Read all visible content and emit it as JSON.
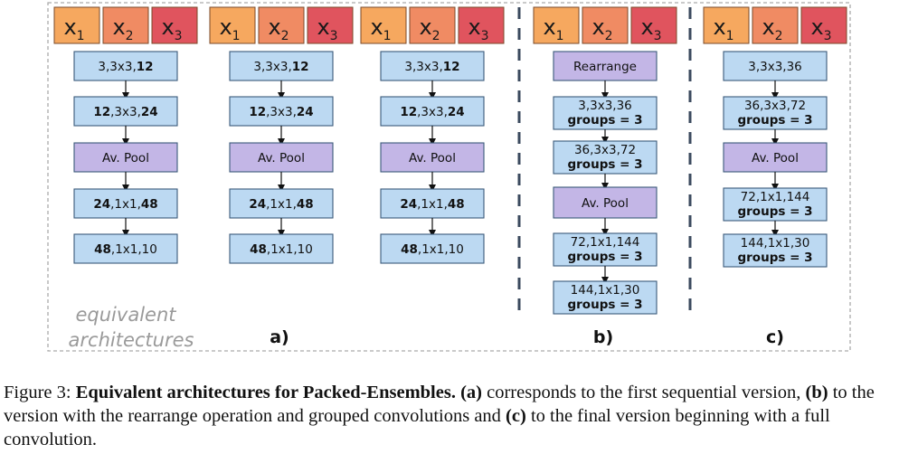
{
  "colors": {
    "x1": "#f6a85f",
    "x2": "#f08b63",
    "x3": "#e0545e",
    "conv": "#bcd9f2",
    "conv_border": "#3b5a7a",
    "pool": "#c3b6e6",
    "frame": "#aaaaaa",
    "divider": "#3b4a5e"
  },
  "inputs": [
    {
      "base": "x",
      "sub": "1",
      "color": "x1"
    },
    {
      "base": "x",
      "sub": "2",
      "color": "x2"
    },
    {
      "base": "x",
      "sub": "3",
      "color": "x3"
    }
  ],
  "variant_a_stack": [
    {
      "type": "conv",
      "parts": [
        {
          "t": "3,3x3,"
        },
        {
          "t": "12",
          "b": true
        }
      ]
    },
    {
      "type": "conv",
      "parts": [
        {
          "t": "12",
          "b": true
        },
        {
          "t": ",3x3,"
        },
        {
          "t": "24",
          "b": true
        }
      ]
    },
    {
      "type": "pool",
      "parts": [
        {
          "t": "Av. Pool"
        }
      ]
    },
    {
      "type": "conv",
      "parts": [
        {
          "t": "24",
          "b": true
        },
        {
          "t": ",1x1,"
        },
        {
          "t": "48",
          "b": true
        }
      ]
    },
    {
      "type": "conv",
      "parts": [
        {
          "t": "48",
          "b": true
        },
        {
          "t": ",1x1,10"
        }
      ]
    }
  ],
  "variant_b_stack": [
    {
      "type": "pool",
      "parts": [
        {
          "t": "Rearrange"
        }
      ]
    },
    {
      "type": "conv",
      "parts": [
        {
          "t": "3,3x3,36"
        }
      ],
      "line2": "groups = 3"
    },
    {
      "type": "conv",
      "parts": [
        {
          "t": "36,3x3,72"
        }
      ],
      "line2": "groups = 3"
    },
    {
      "type": "pool",
      "parts": [
        {
          "t": "Av. Pool"
        }
      ]
    },
    {
      "type": "conv",
      "parts": [
        {
          "t": "72,1x1,144"
        }
      ],
      "line2": "groups = 3"
    },
    {
      "type": "conv",
      "parts": [
        {
          "t": "144,1x1,30"
        }
      ],
      "line2": "groups = 3"
    }
  ],
  "variant_c_stack": [
    {
      "type": "conv",
      "parts": [
        {
          "t": "3,3x3,36"
        }
      ]
    },
    {
      "type": "conv",
      "parts": [
        {
          "t": "36,3x3,72"
        }
      ],
      "line2": "groups = 3"
    },
    {
      "type": "pool",
      "parts": [
        {
          "t": "Av. Pool"
        }
      ]
    },
    {
      "type": "conv",
      "parts": [
        {
          "t": "72,1x1,144"
        }
      ],
      "line2": "groups = 3"
    },
    {
      "type": "conv",
      "parts": [
        {
          "t": "144,1x1,30"
        }
      ],
      "line2": "groups = 3"
    }
  ],
  "labels": {
    "equivalent_line1": "equivalent",
    "equivalent_line2": "architectures",
    "a": "a)",
    "b": "b)",
    "c": "c)"
  },
  "caption": {
    "prefix": "Figure 3: ",
    "title": "Equivalent architectures for Packed-Ensembles.",
    "p1": " ",
    "a_mark": "(a)",
    "p2": " corresponds to the first sequential version, ",
    "b_mark": "(b)",
    "p3": " to the version with the rearrange operation and grouped convolutions and ",
    "c_mark": "(c)",
    "p4": " to the final version beginning with a full convolution."
  }
}
